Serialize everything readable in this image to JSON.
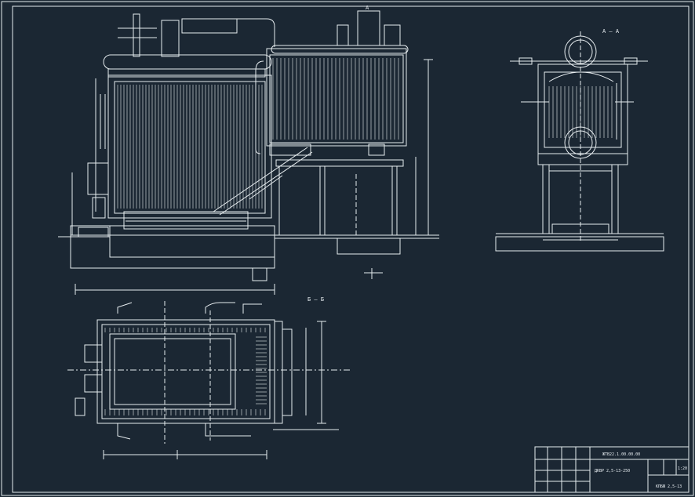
{
  "drawing": {
    "background": "#1b2733",
    "line_color": "#e6ecef",
    "section_a_label": "A — A",
    "section_b_label": "Б — Б",
    "marker_a": "A",
    "title_block": {
      "document_code": "ЖТВ22.1.00.00.00",
      "drawing_name": "ДКВР 2,5-13-250",
      "sheet_code": "1:20",
      "stamp": "КПБЖ 2,5-13"
    }
  }
}
